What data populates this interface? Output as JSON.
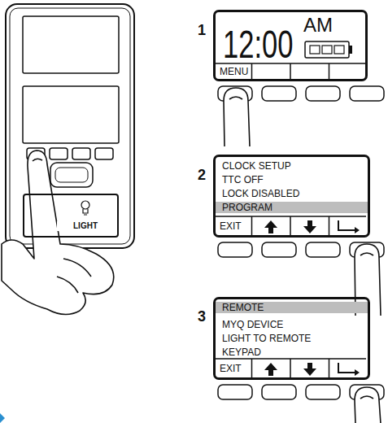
{
  "diagram": {
    "nodes": [
      {
        "text": [
          "LIGHT"
        ]
      },
      {
        "text": [
          "12:00",
          "AM",
          "MENU"
        ]
      },
      {
        "text": [
          "CLOCK SETUP",
          "TTC OFF",
          "LOCK DISABLED",
          "PROGRAM",
          "EXIT"
        ]
      },
      {
        "text": [
          "REMOTE",
          "MYQ DEVICE",
          "LIGHT TO REMOTE",
          "KEYPAD",
          "EXIT"
        ]
      }
    ],
    "labels": [
      "1",
      "2",
      "3"
    ]
  }
}
